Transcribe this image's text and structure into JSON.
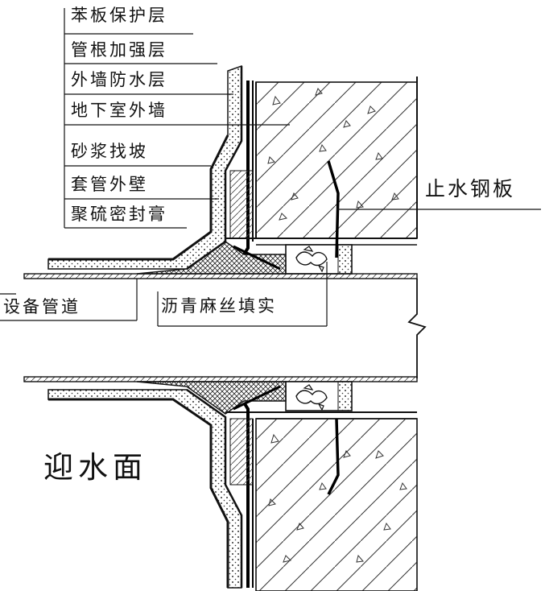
{
  "labels": {
    "benban": "苯板保护层",
    "guangen": "管根加强层",
    "waiqiang_fangshui": "外墙防水层",
    "dixiashi": "地下室外墙",
    "shajiang": "砂浆找坡",
    "taoguan": "套管外壁",
    "julliu": "聚硫密封膏",
    "shebei": "设备管道",
    "liqing": "沥青麻丝填实",
    "zhishui": "止水钢板",
    "yingshui": "迎水面"
  }
}
